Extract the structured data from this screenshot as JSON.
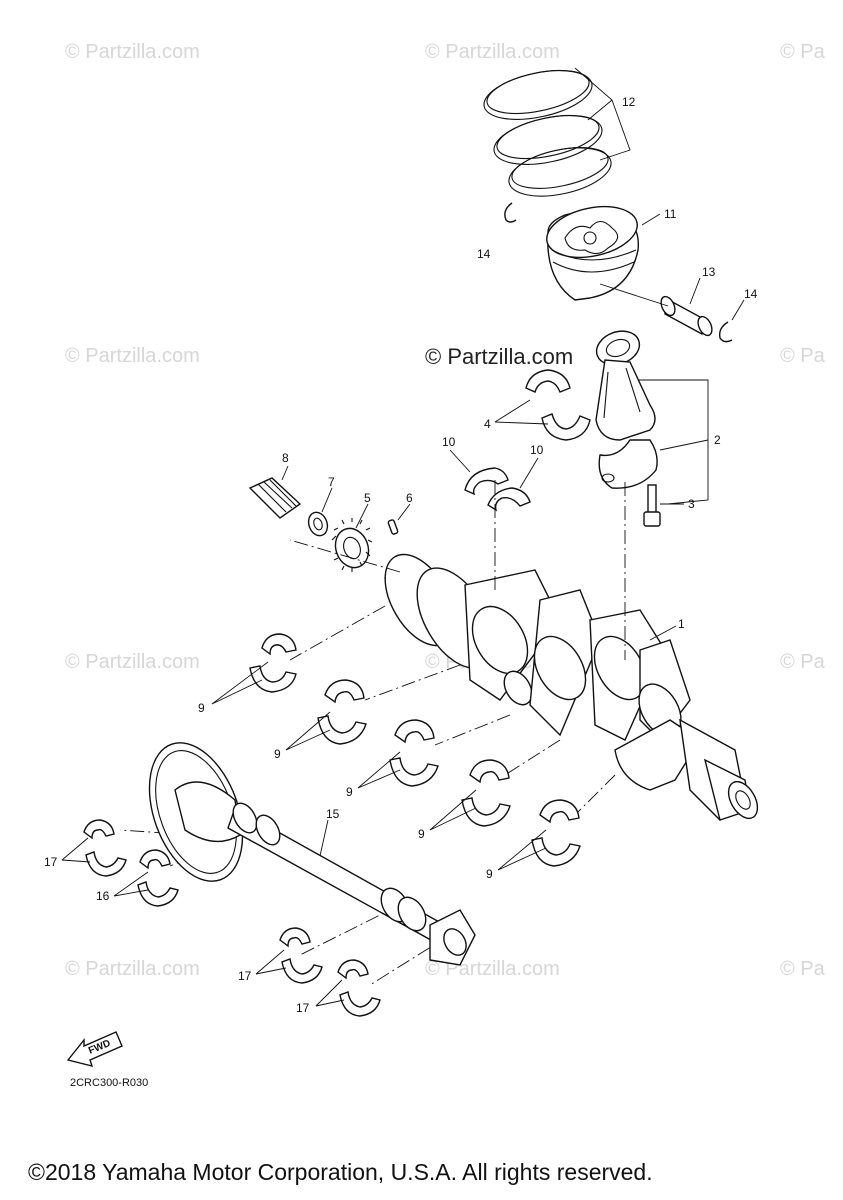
{
  "watermarks": {
    "small": "© Partzilla.com",
    "small_cut": "© Pa",
    "main": "© Partzilla.com"
  },
  "callouts": {
    "c1": "1",
    "c2": "2",
    "c3": "3",
    "c4": "4",
    "c5": "5",
    "c6": "6",
    "c7": "7",
    "c8": "8",
    "c9": "9",
    "c10": "10",
    "c11": "11",
    "c12": "12",
    "c13": "13",
    "c14": "14",
    "c15": "15",
    "c16": "16",
    "c17": "17"
  },
  "fwd_label": "FWD",
  "diagram_code": "2CRC300-R030",
  "copyright": "©2018 Yamaha Motor Corporation, U.S.A. All rights reserved."
}
